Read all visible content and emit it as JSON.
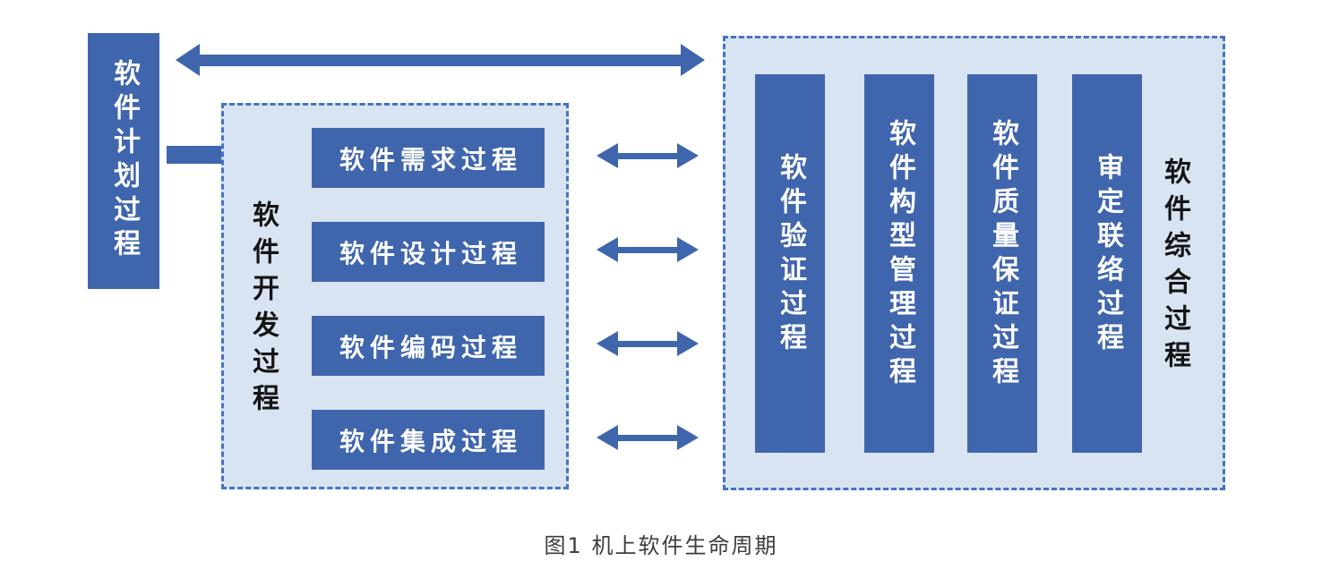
{
  "figure": {
    "caption": "图1 机上软件生命周期"
  },
  "planning": {
    "label": "软件计划过程"
  },
  "development": {
    "label": "软件开发过程",
    "boxes": [
      {
        "label": "软件需求过程"
      },
      {
        "label": "软件设计过程"
      },
      {
        "label": "软件编码过程"
      },
      {
        "label": "软件集成过程"
      }
    ]
  },
  "integral": {
    "label": "软件综合过程",
    "bars": [
      {
        "label": "软件验证过程"
      },
      {
        "label": "软件构型管理过程"
      },
      {
        "label": "软件质量保证过程"
      },
      {
        "label": "审定联络过程"
      }
    ]
  },
  "colors": {
    "process_blue": "#3F65AD",
    "panel_fill": "#D9E4F2",
    "panel_border_blue": "#4573C4",
    "black_label_text": "#141414",
    "box_text_white": "#FFFFFF",
    "caption_text": "#3D3D3D"
  }
}
